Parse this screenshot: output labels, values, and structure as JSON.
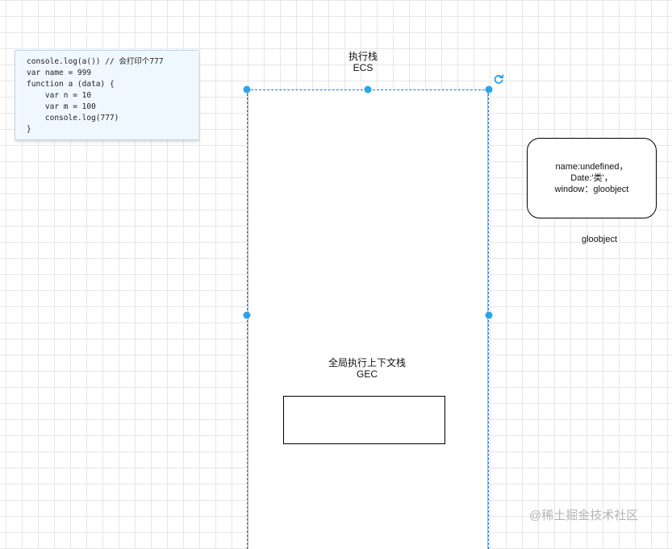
{
  "code": {
    "lines": [
      "console.log(a()) // 会打印个777",
      "var name = 999",
      "function a (data) {",
      "    var n = 10",
      "    var m = 100",
      "    console.log(777)",
      "}"
    ]
  },
  "stack": {
    "title": "执行栈",
    "subtitle": "ECS"
  },
  "gec": {
    "title": "全局执行上下文栈",
    "subtitle": "GEC"
  },
  "global_object": {
    "lines": [
      "name:undefined，",
      "Date:'类'，",
      "window：gloobject"
    ],
    "caption": "gloobject"
  },
  "watermark": "@稀土掘金技术社区",
  "colors": {
    "handle": "#29a6ea",
    "selection_dash": "#1a73e8",
    "grid": "#e6e6e6"
  },
  "icons": {
    "rotate": "rotate-icon"
  }
}
